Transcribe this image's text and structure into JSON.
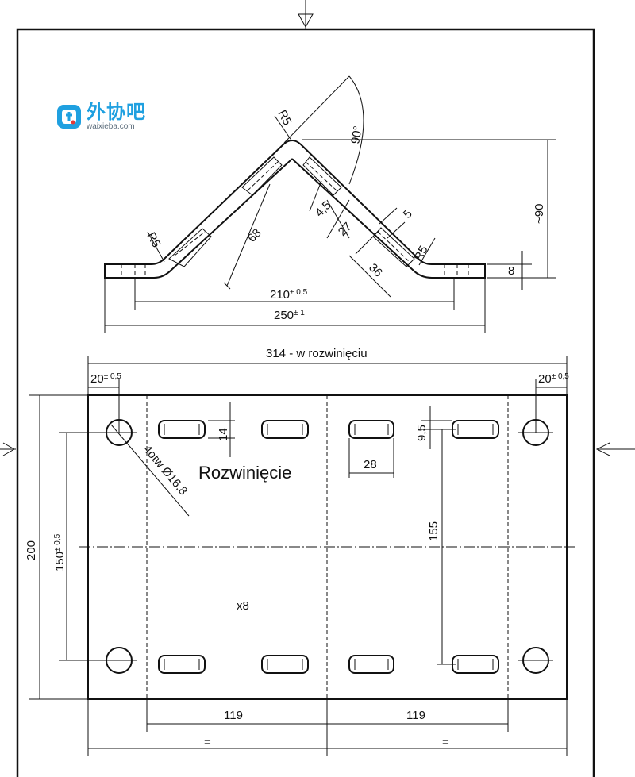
{
  "watermark": {
    "name": "外协吧",
    "url": "waixieba.com",
    "color": "#1fa0e0"
  },
  "bend_view": {
    "radius_top": "R5",
    "radius_left": "R5",
    "radius_right": "R5",
    "angle": "90°",
    "height": "~90",
    "thickness": "8",
    "slot_offset": "4,5",
    "dim_27": "27",
    "dim_5": "5",
    "dim_36": "36",
    "dim_68": "68",
    "span_inner": "210",
    "span_inner_tol": "± 0,5",
    "span_outer": "250",
    "span_outer_tol": "± 1"
  },
  "flat_view": {
    "overall_length": "314 - w rozwinięciu",
    "edge_left": "20",
    "edge_left_tol": "± 0,5",
    "edge_right": "20",
    "edge_right_tol": "± 0,5",
    "height": "200",
    "hole_pitch": "150",
    "hole_pitch_tol": "± 0,5",
    "hole_callout": "4otw Ø16,8",
    "title": "Rozwinięcie",
    "slot_count": "x8",
    "slot_height": "14",
    "slot_width": "28",
    "slot_small": "9,5",
    "slot_pitch": "155",
    "bend_left": "119",
    "bend_right": "119",
    "equal_left": "=",
    "equal_right": "="
  }
}
